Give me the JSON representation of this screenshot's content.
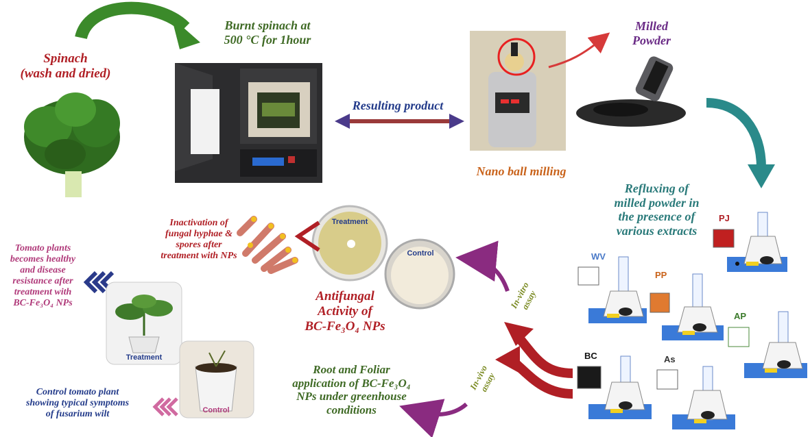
{
  "labels": {
    "spinach": [
      "Spinach",
      "(wash and dried)"
    ],
    "burnt": [
      "Burnt spinach at",
      "500 °C for 1hour"
    ],
    "resulting": "Resulting product",
    "milled": [
      "Milled",
      "Powder"
    ],
    "ballmill": "Nano ball milling",
    "reflux": [
      "Refluxing of",
      "milled powder in",
      "the presence of",
      "various extracts"
    ],
    "inactivation": [
      "Inactivation of",
      "fungal hyphae &",
      "spores after",
      "treatment with NPs"
    ],
    "antifungal": [
      "Antifungal",
      "Activity of",
      "BC-Fe₃O₄ NPs"
    ],
    "tomato_healthy": [
      "Tomato plants",
      "becomes healthy",
      "and disease",
      "resistance after",
      "treatment with",
      "BC-Fe₃O₄ NPs"
    ],
    "control_tomato": [
      "Control tomato plant",
      "showing typical symptoms",
      "of fusarium wilt"
    ],
    "root": [
      "Root and Foliar",
      "application of BC-Fe₃O₄",
      "NPs under greenhouse",
      "conditions"
    ],
    "invitro": [
      "In-vitro",
      "assay"
    ],
    "invivo": [
      "In-vivo",
      "assay"
    ]
  },
  "dish_labels": {
    "treatment": "Treatment",
    "control": "Control"
  },
  "plant_labels": {
    "treatment": "Treatment",
    "control": "Control"
  },
  "extracts": {
    "pj": "PJ",
    "wv": "WV",
    "pp": "PP",
    "ap": "AP",
    "bc": "BC",
    "as": "As"
  },
  "colors": {
    "green": "#3f6a25",
    "red": "#b01f25",
    "purple": "#6a2b86",
    "teal": "#2a7a7a",
    "navy": "#233b8a"
  }
}
